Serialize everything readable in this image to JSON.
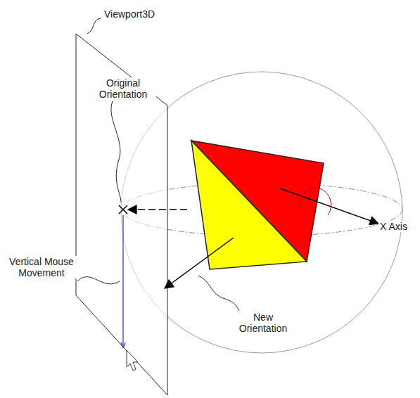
{
  "diagram": {
    "labels": [
      "Viewport3D",
      "Original Orientation",
      "X Axis",
      "Vertical Mouse Movement",
      "New Orientation"
    ]
  }
}
